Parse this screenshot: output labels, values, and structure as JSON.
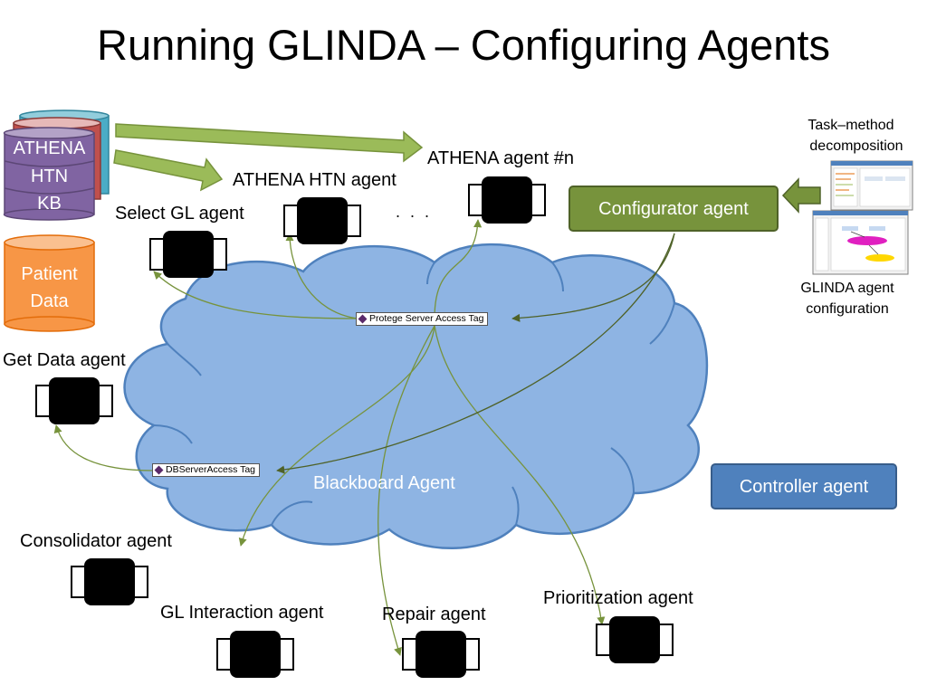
{
  "slide": {
    "title": "Running GLINDA – Configuring Agents"
  },
  "kb": {
    "lines": [
      "ATHENA",
      "HTN",
      "KB"
    ],
    "color": "#8064a2"
  },
  "patient": {
    "line1": "Patient",
    "line2": "Data",
    "color": "#f79646"
  },
  "agents": {
    "athena_n": "ATHENA agent #n",
    "athena_htn": "ATHENA HTN agent",
    "ellipsis": ". . .",
    "select_gl": "Select GL agent",
    "get_data": "Get Data agent",
    "consolidator": "Consolidator agent",
    "gl_interaction": "GL Interaction agent",
    "repair": "Repair agent",
    "prioritization": "Prioritization agent"
  },
  "configurator": {
    "label": "Configurator agent",
    "color": "#77933c"
  },
  "controller": {
    "label": "Controller agent",
    "color": "#4f81bd"
  },
  "blackboard": {
    "label": "Blackboard Agent",
    "color": "#8eb4e3"
  },
  "tags": {
    "protege": "Protege Server Access Tag",
    "db": "DBServerAccess Tag"
  },
  "screens": {
    "task_method_line1": "Task–method",
    "task_method_line2": "decomposition",
    "glinda_config_line1": "GLINDA agent",
    "glinda_config_line2": "configuration"
  }
}
